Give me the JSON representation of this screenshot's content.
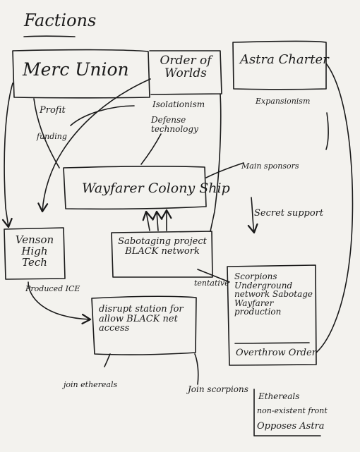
{
  "title": "Factions",
  "nodes": {
    "merc_union": "Merc Union",
    "order_of_worlds": "Order of Worlds",
    "astra_charter": "Astra Charter",
    "wayfarer": "Wayfarer Colony Ship",
    "venson": "Venson High Tech",
    "sabotaging": "Sabotaging project BLACK network",
    "disrupt": "disrupt station for allow BLACK net access",
    "scorpions": "Scorpions Underground network Sabotage Wayfarer production",
    "scorpions_overthrow": "Overthrow Order",
    "ethereals_title": "Ethereals",
    "ethereals_line2": "non-existent front",
    "ethereals_line3": "Opposes Astra"
  },
  "edge_labels": {
    "profit": "Profit",
    "funding": "funding",
    "isolationism": "Isolationism",
    "defense_technology": "Defense technology",
    "expansionism": "Expansionism",
    "main_sponsors": "Main sponsors",
    "secret_support": "Secret support",
    "produced_ice": "Produced ICE",
    "tentative": "tentative",
    "join_ethereals": "join ethereals",
    "join_scorpions": "Join scorpions"
  }
}
